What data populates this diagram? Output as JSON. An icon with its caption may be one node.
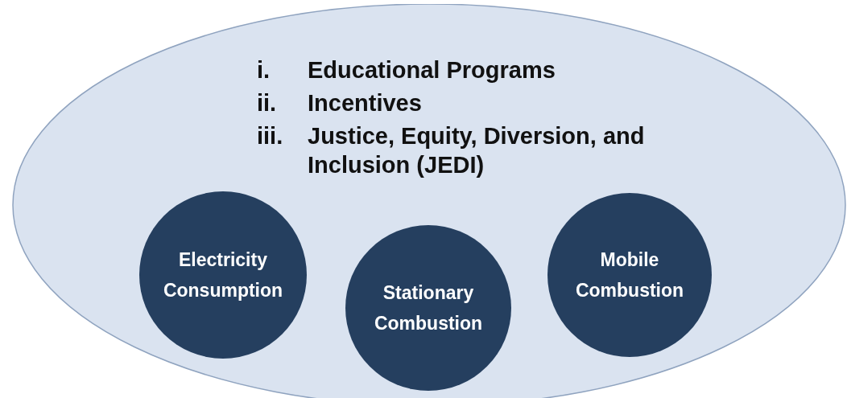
{
  "diagram": {
    "nodes": [
      {
        "text": [
          "i. Educational Programs",
          "ii. Incentives",
          "iii. Justice, Equity, Diversion, and Inclusion (JEDI)"
        ]
      },
      {
        "text": [
          "Electricity Consumption"
        ],
        "in": 0
      },
      {
        "text": [
          "Stationary Combustion"
        ],
        "in": 0
      },
      {
        "text": [
          "Mobile Combustion"
        ],
        "in": 0
      }
    ]
  }
}
